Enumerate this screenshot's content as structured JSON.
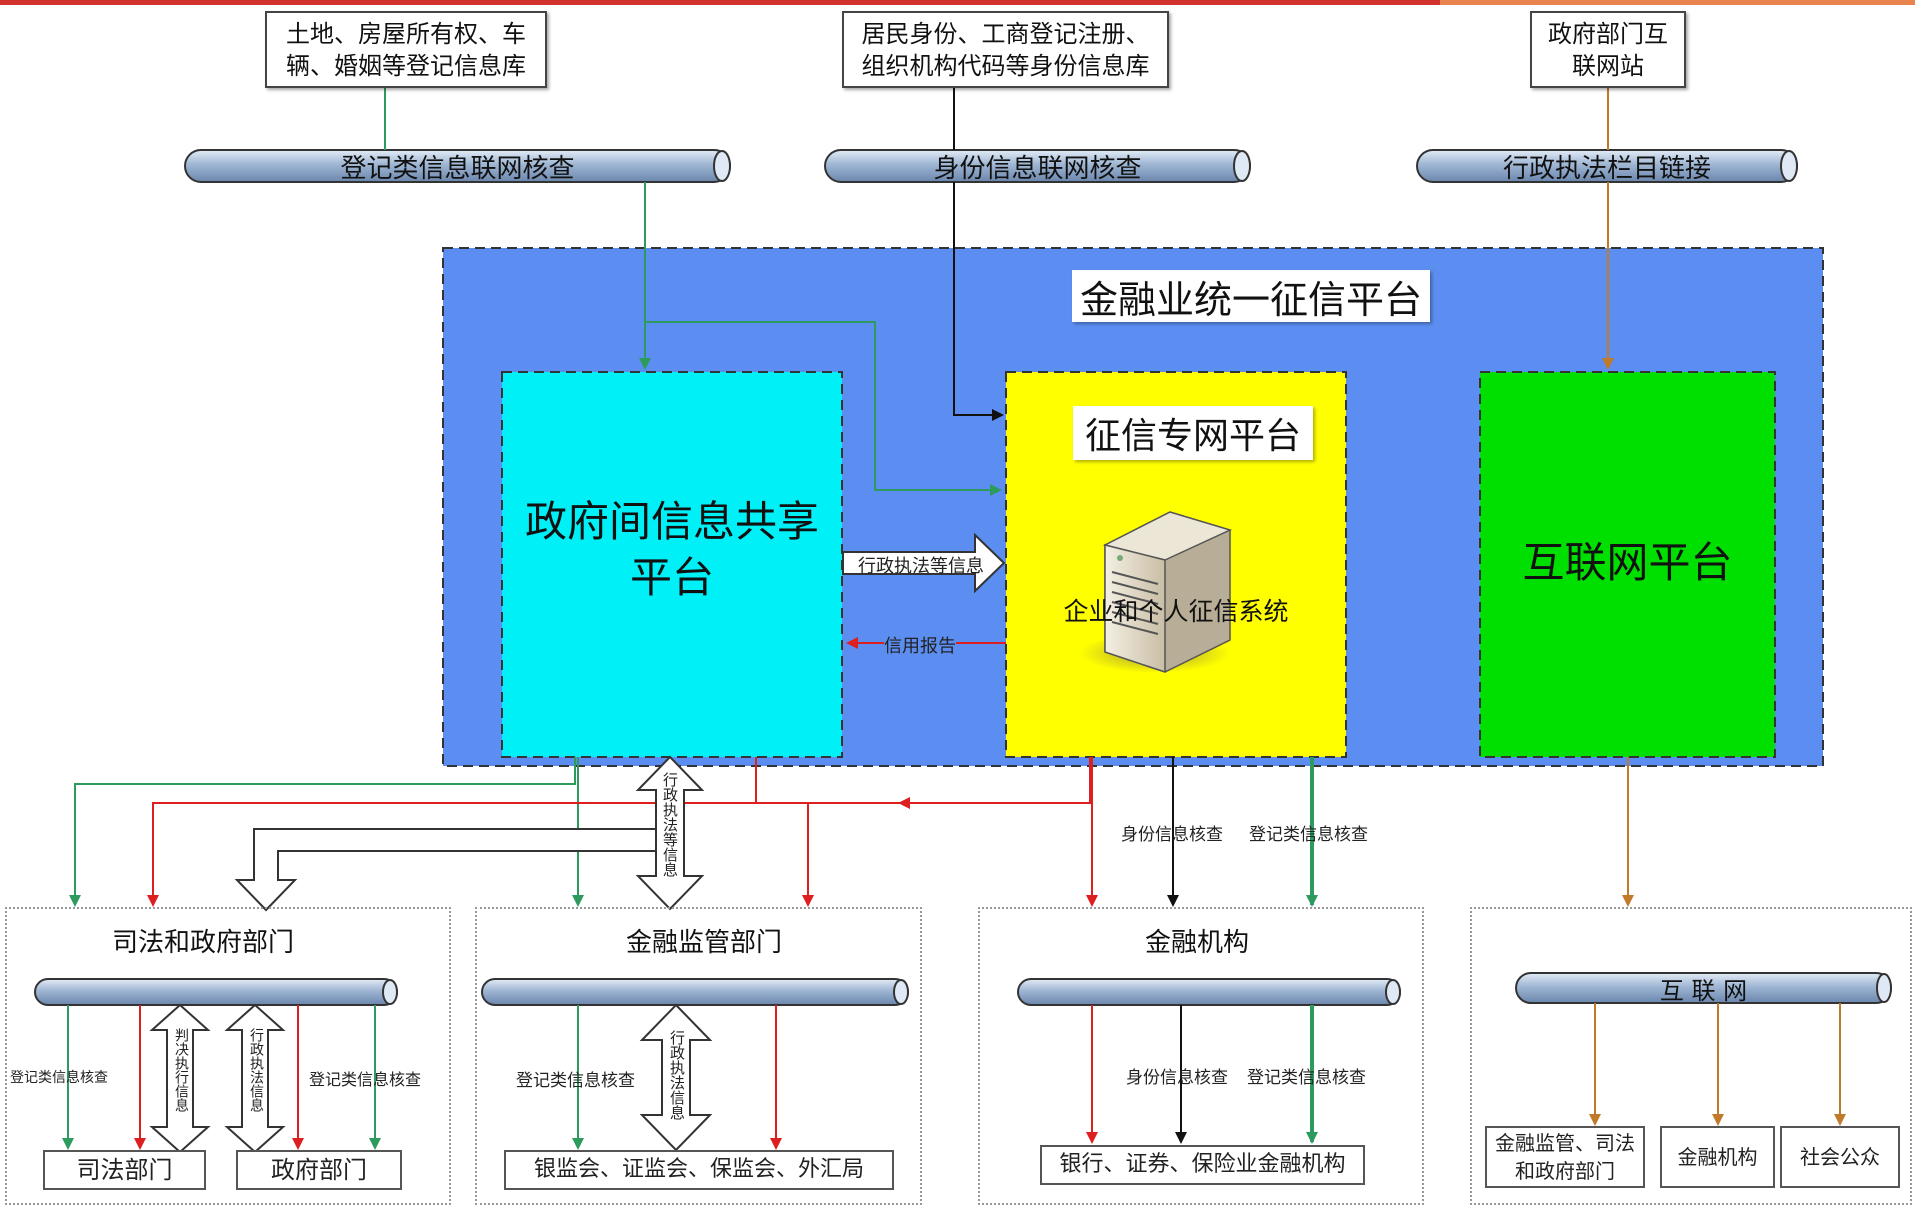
{
  "top_bar_colors": [
    "#d2322d",
    "#e8834d"
  ],
  "sources": {
    "registry_db": "土地、房屋所有权、车辆、婚姻等登记信息库",
    "identity_db": "居民身份、工商登记注册、组织机构代码等身份信息库",
    "gov_web": "政府部门互联网站"
  },
  "pipes": {
    "registry_check": "登记类信息联网核查",
    "identity_check": "身份信息联网核查",
    "admin_link": "行政执法栏目链接"
  },
  "platform": {
    "title": "金融业统一征信平台",
    "gov_share": "政府间信息共享平台",
    "credit_net": "征信专网平台",
    "credit_system": "企业和个人征信系统",
    "internet": "互联网平台"
  },
  "flows": {
    "admin_info": "行政执法等信息",
    "credit_report": "信用报告",
    "admin_info_vertical": "行政执法等信息",
    "identity_check": "身份信息核查",
    "registry_check": "登记类信息核查"
  },
  "groups": {
    "judicial_gov": {
      "title": "司法和政府部门",
      "left_label": "登记类信息核查",
      "right_label": "登记类信息核查",
      "arrow1": "判决执行信息",
      "arrow2": "行政执法信息",
      "target1": "司法部门",
      "target2": "政府部门"
    },
    "fin_regulator": {
      "title": "金融监管部门",
      "left_label": "登记类信息核查",
      "arrow": "行政执法信息",
      "target": "银监会、证监会、保监会、外汇局"
    },
    "fin_institution": {
      "title": "金融机构",
      "label1": "身份信息核查",
      "label2": "登记类信息核查",
      "target": "银行、证券、保险业金融机构"
    },
    "internet": {
      "pipe": "互 联 网",
      "target1": "金融监管、司法和政府部门",
      "target2": "金融机构",
      "target3": "社会公众"
    }
  },
  "colors": {
    "platform_bg": "#5b8ef0",
    "gov_share": "#00f0f8",
    "credit_net": "#ffff00",
    "internet": "#00e000",
    "green_line": "#2e9b5e",
    "red_line": "#dd1f1f",
    "orange_line": "#c07a2a",
    "black_line": "#111111"
  }
}
